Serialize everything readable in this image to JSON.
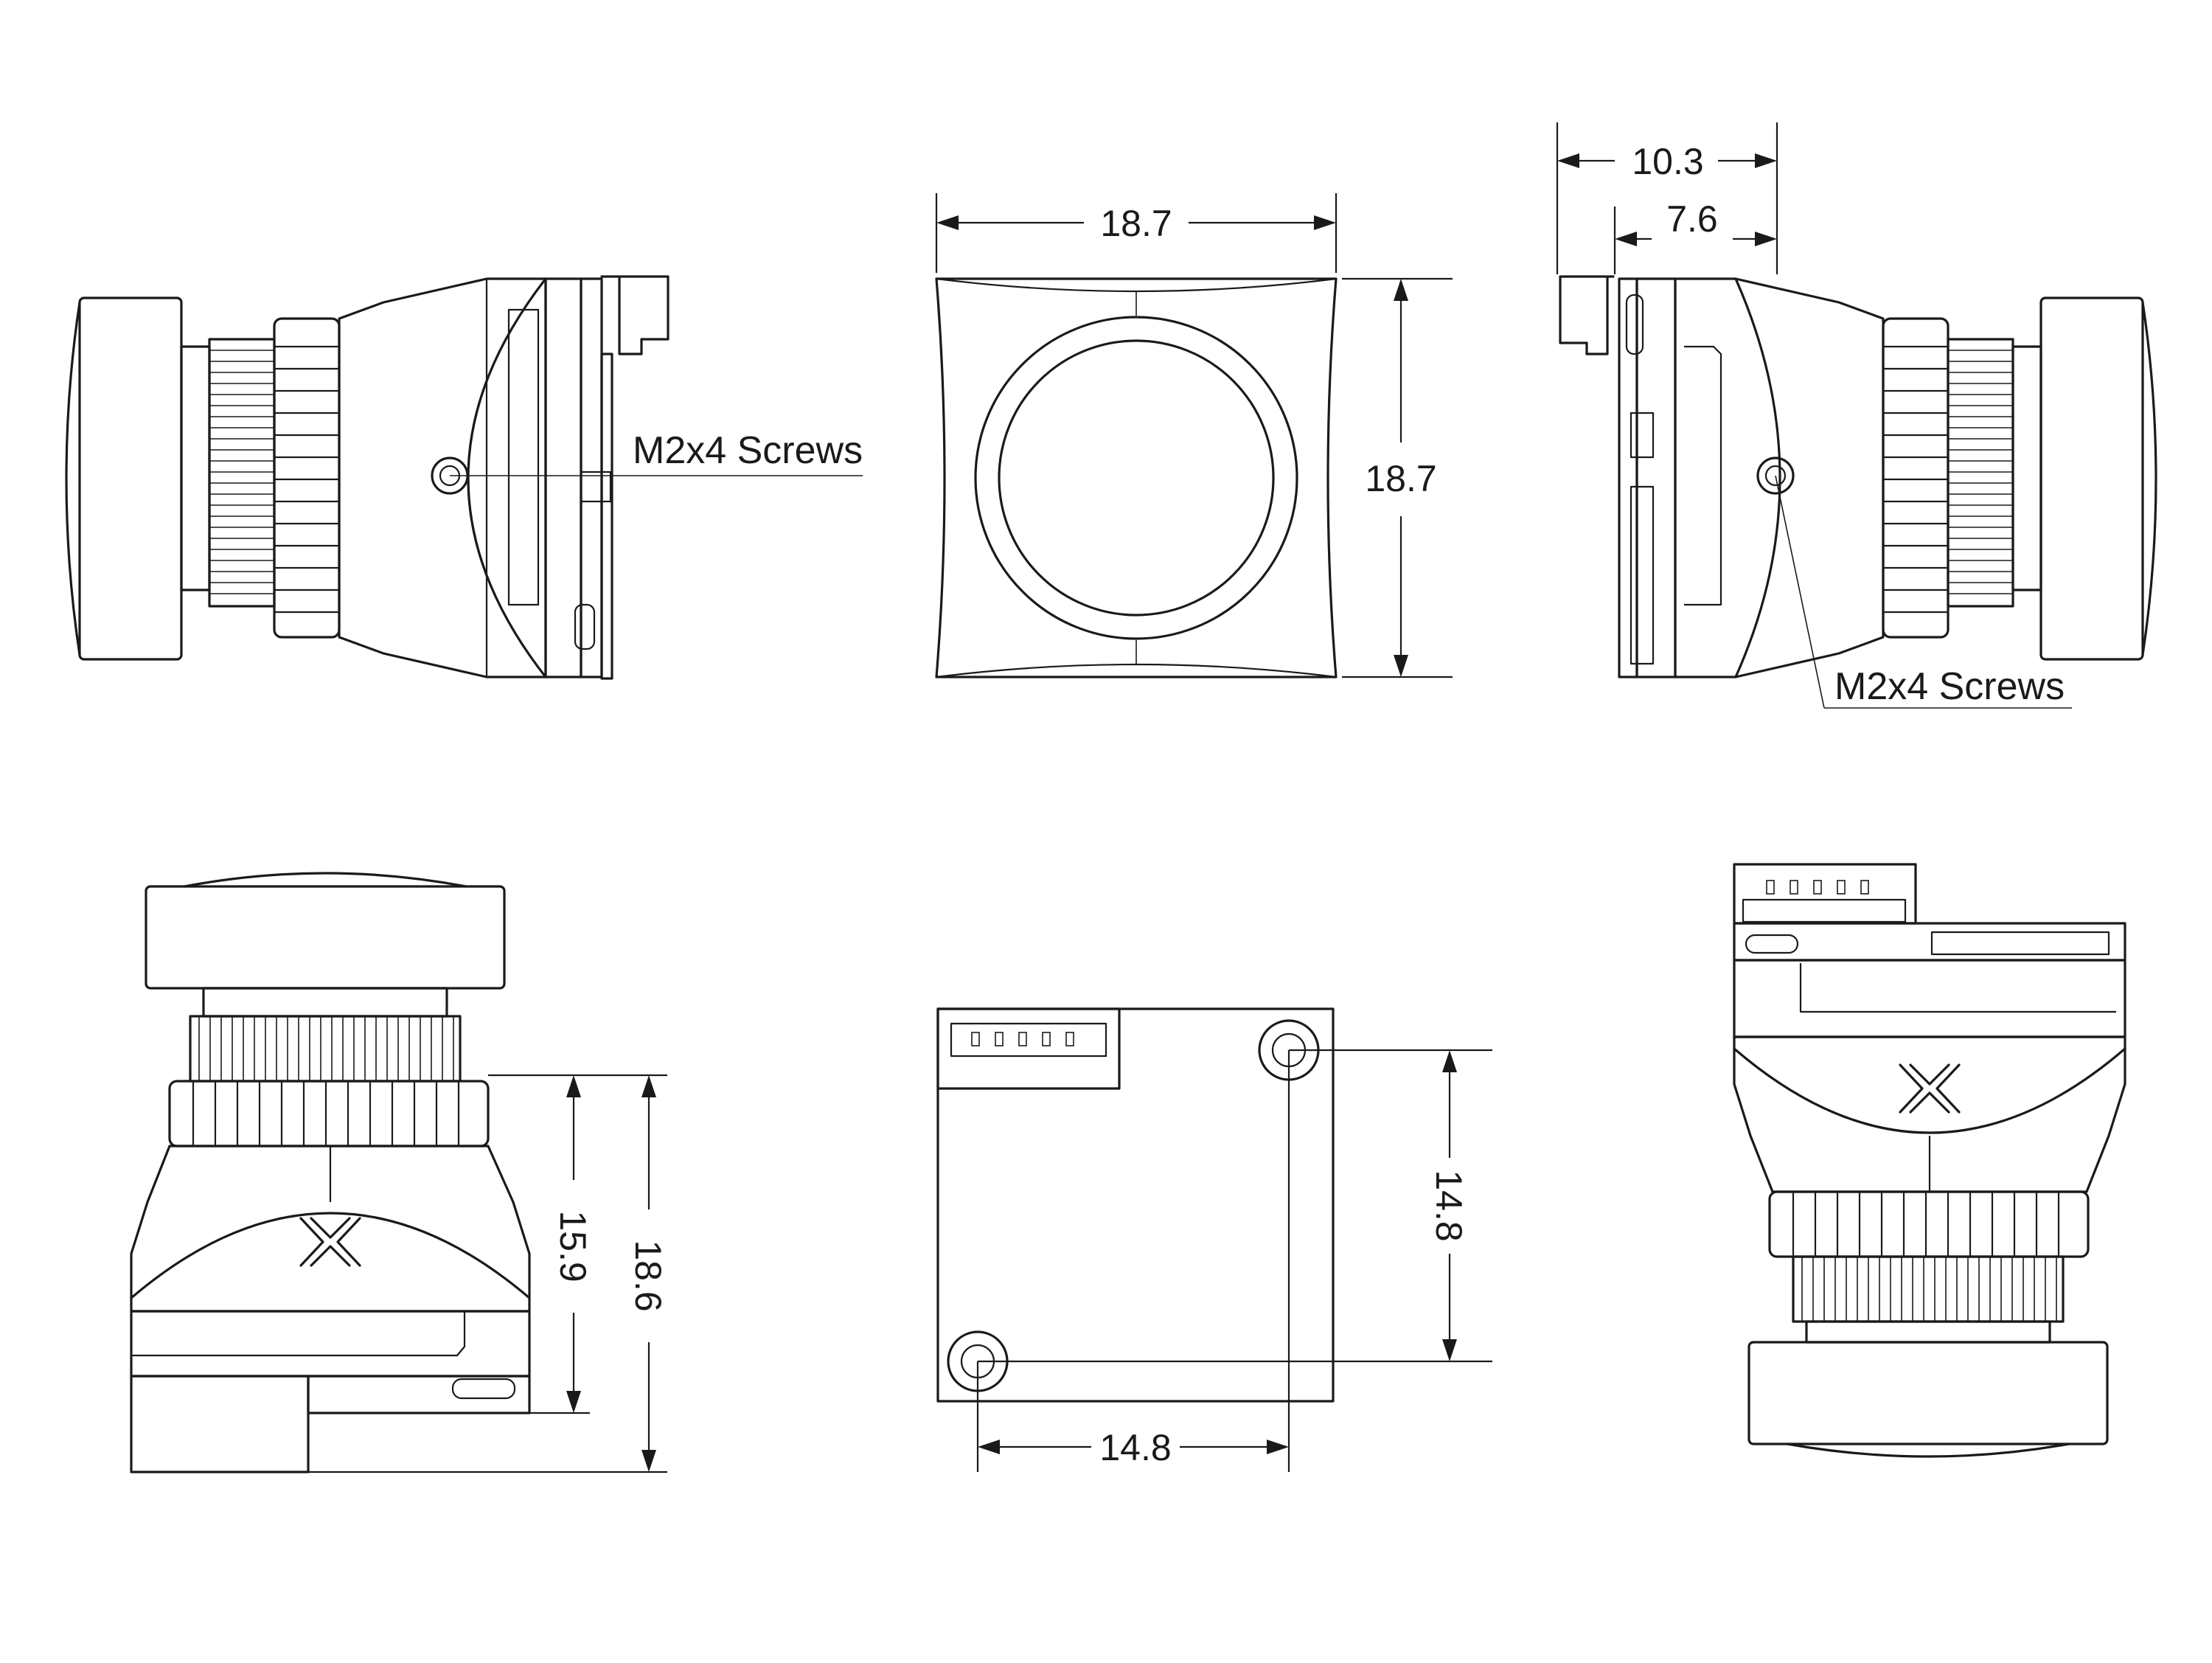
{
  "views": {
    "side_left": {
      "screw_note": "M2x4 Screws"
    },
    "front": {
      "width_dim": "18.7",
      "height_dim": "18.7"
    },
    "side_right": {
      "depth_dim_outer": "10.3",
      "depth_dim_inner": "7.6",
      "screw_note": "M2x4 Screws"
    },
    "top": {
      "height_dim_inner": "15.9",
      "height_dim_outer": "18.6"
    },
    "rear": {
      "hole_spacing_vertical": "14.8",
      "hole_spacing_horizontal": "14.8"
    },
    "bottom": {}
  },
  "icons": [
    "brand-x-logo-icon"
  ]
}
